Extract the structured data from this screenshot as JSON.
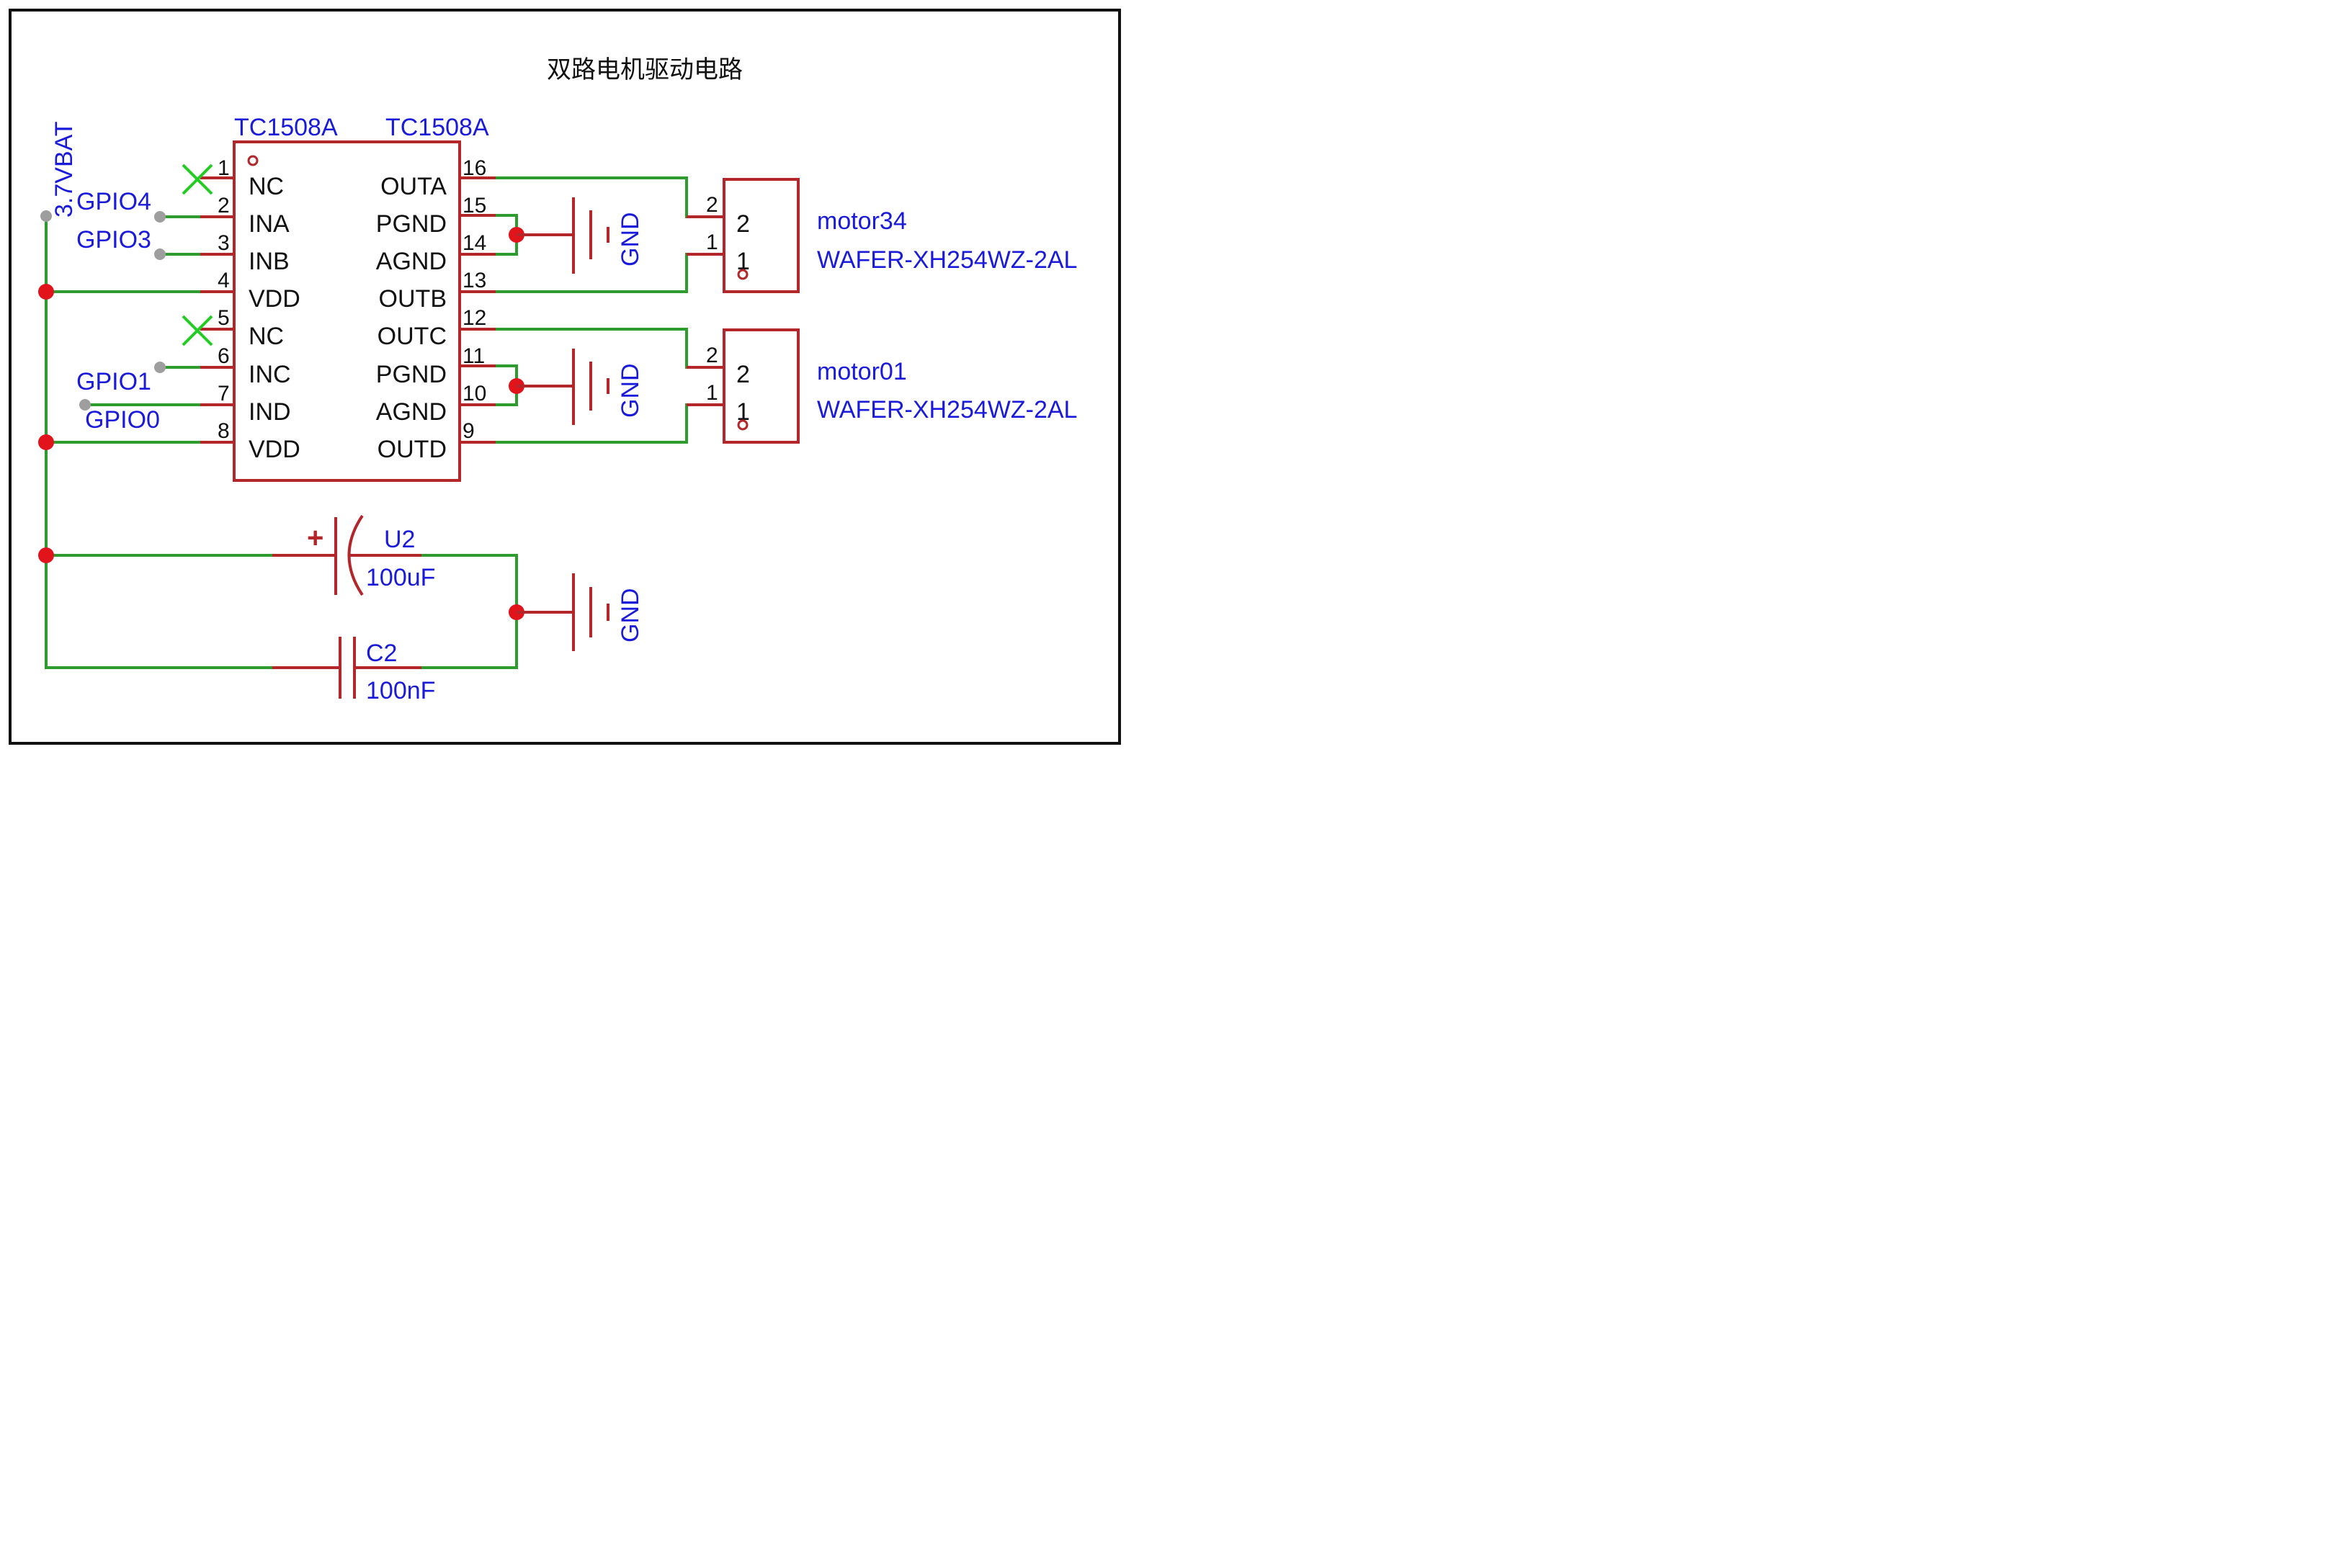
{
  "title": "双路电机驱动电路",
  "power_net": "3.7VBAT",
  "ground_label": "GND",
  "ic": {
    "ref": "TC1508A",
    "value": "TC1508A",
    "left_pins": [
      {
        "num": "1",
        "name": "NC"
      },
      {
        "num": "2",
        "name": "INA"
      },
      {
        "num": "3",
        "name": "INB"
      },
      {
        "num": "4",
        "name": "VDD"
      },
      {
        "num": "5",
        "name": "NC"
      },
      {
        "num": "6",
        "name": "INC"
      },
      {
        "num": "7",
        "name": "IND"
      },
      {
        "num": "8",
        "name": "VDD"
      }
    ],
    "right_pins": [
      {
        "num": "16",
        "name": "OUTA"
      },
      {
        "num": "15",
        "name": "PGND"
      },
      {
        "num": "14",
        "name": "AGND"
      },
      {
        "num": "13",
        "name": "OUTB"
      },
      {
        "num": "12",
        "name": "OUTC"
      },
      {
        "num": "11",
        "name": "PGND"
      },
      {
        "num": "10",
        "name": "AGND"
      },
      {
        "num": "9",
        "name": "OUTD"
      }
    ]
  },
  "gpio": {
    "gpio4": "GPIO4",
    "gpio3": "GPIO3",
    "gpio1": "GPIO1",
    "gpio0": "GPIO0"
  },
  "connectors": [
    {
      "ref": "motor34",
      "part": "WAFER-XH254WZ-2AL",
      "pin_top": "2",
      "pin_bottom": "1"
    },
    {
      "ref": "motor01",
      "part": "WAFER-XH254WZ-2AL",
      "pin_top": "2",
      "pin_bottom": "1"
    }
  ],
  "capacitors": [
    {
      "ref": "U2",
      "value": "100uF",
      "polarity": "+"
    },
    {
      "ref": "C2",
      "value": "100nF"
    }
  ],
  "colors": {
    "wire": "#2e9b2e",
    "component": "#b3262a",
    "junction": "#e0141a",
    "label": "#1a1adb",
    "no_connect": "#22cc22"
  }
}
